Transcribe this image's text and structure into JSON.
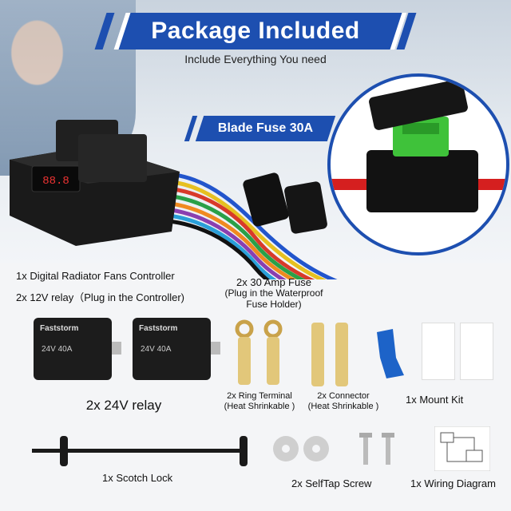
{
  "banner": {
    "title": "Package Included",
    "subtitle": "Include Everything You need"
  },
  "callout": {
    "blade_fuse": "Blade Fuse 30A"
  },
  "items": {
    "controller": "1x Digital Radiator Fans Controller",
    "relay12": "2x 12V relay（Plug in the Controller)",
    "amp_fuse_line1": "2x 30 Amp Fuse",
    "amp_fuse_line2": "(Plug in the Waterproof",
    "amp_fuse_line3": "Fuse Holder)",
    "relay24": "2x 24V relay",
    "ring_terminal_line1": "2x Ring Terminal",
    "ring_terminal_line2": "(Heat Shrinkable )",
    "connector_line1": "2x Connector",
    "connector_line2": "(Heat Shrinkable )",
    "mount_kit": "1x Mount Kit",
    "scotch_lock": "1x Scotch Lock",
    "selftap_screw": "2x SelfTap Screw",
    "wiring_diagram": "1x Wiring Diagram"
  },
  "relay_text": {
    "brand": "Faststorm",
    "rating": "24V 40A"
  },
  "controller_display": "88.8",
  "colors": {
    "brand_blue": "#1d4fb0",
    "relay_black": "#1c1c1c",
    "brass": "#c9a24a",
    "blue_lock": "#1d63c8"
  }
}
